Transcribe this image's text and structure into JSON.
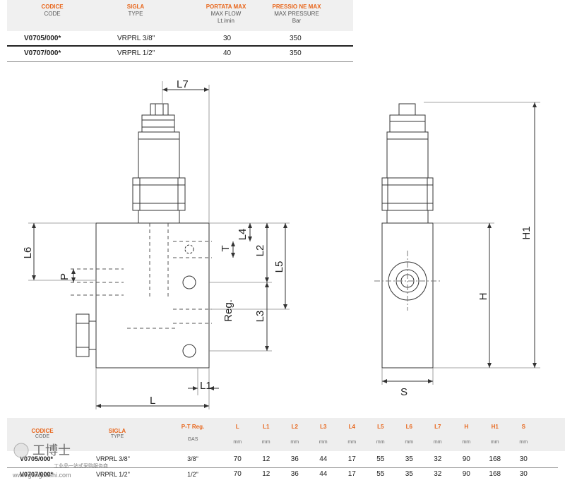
{
  "top_table": {
    "headers": [
      {
        "it": "CODICE",
        "en": "CODE",
        "unit": ""
      },
      {
        "it": "SIGLA",
        "en": "TYPE",
        "unit": ""
      },
      {
        "it": "PORTATA MAX",
        "en": "MAX FLOW",
        "unit": "Lt./min"
      },
      {
        "it": "PRESSIO NE MAX",
        "en": "MAX PRESSURE",
        "unit": "Bar"
      }
    ],
    "rows": [
      {
        "code": "V0705/000*",
        "type": "VRPRL 3/8\"",
        "flow": "30",
        "pressure": "350"
      },
      {
        "code": "V0707/000*",
        "type": "VRPRL 1/2\"",
        "flow": "40",
        "pressure": "350"
      }
    ]
  },
  "drawing": {
    "labels": {
      "L7": "L7",
      "L6": "L6",
      "P": "P",
      "T": "T",
      "L4": "L4",
      "L2": "L2",
      "L5": "L5",
      "L3": "L3",
      "Reg": "Reg.",
      "L1": "L1",
      "L": "L",
      "H": "H",
      "H1": "H1",
      "S": "S"
    }
  },
  "bottom_table": {
    "h_code": {
      "it": "CODICE",
      "en": "CODE"
    },
    "h_type": {
      "it": "SIGLA",
      "en": "TYPE"
    },
    "h_pt": {
      "it": "P-T Reg.",
      "en": "GAS"
    },
    "dims": [
      "L",
      "L1",
      "L2",
      "L3",
      "L4",
      "L5",
      "L6",
      "L7",
      "H",
      "H1",
      "S"
    ],
    "unit": "mm",
    "rows": [
      {
        "code": "V0705/000*",
        "type": "VRPRL 3/8\"",
        "gas": "3/8\"",
        "vals": [
          "70",
          "12",
          "36",
          "44",
          "17",
          "55",
          "35",
          "32",
          "90",
          "168",
          "30"
        ]
      },
      {
        "code": "V0707/000*",
        "type": "VRPRL 1/2\"",
        "gas": "1/2\"",
        "vals": [
          "70",
          "12",
          "36",
          "44",
          "17",
          "55",
          "35",
          "32",
          "90",
          "168",
          "30"
        ]
      }
    ]
  },
  "watermark": {
    "brand": "工博士",
    "sub": "工业品一站式采购服务商",
    "url": "www.gongboshi.com"
  }
}
